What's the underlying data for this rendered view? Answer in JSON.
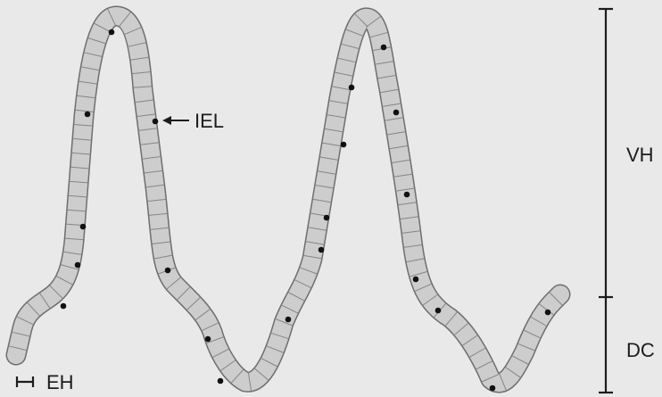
{
  "labels": {
    "iel": "IEL",
    "vh": "VH",
    "dc": "DC",
    "eh": "EH"
  },
  "colors": {
    "background": "#e9e9e9",
    "epithelium_fill": "#cdcdcd",
    "epithelium_outline": "#6e6e6e",
    "nucleus": "#111111",
    "text": "#1c1c1c"
  }
}
